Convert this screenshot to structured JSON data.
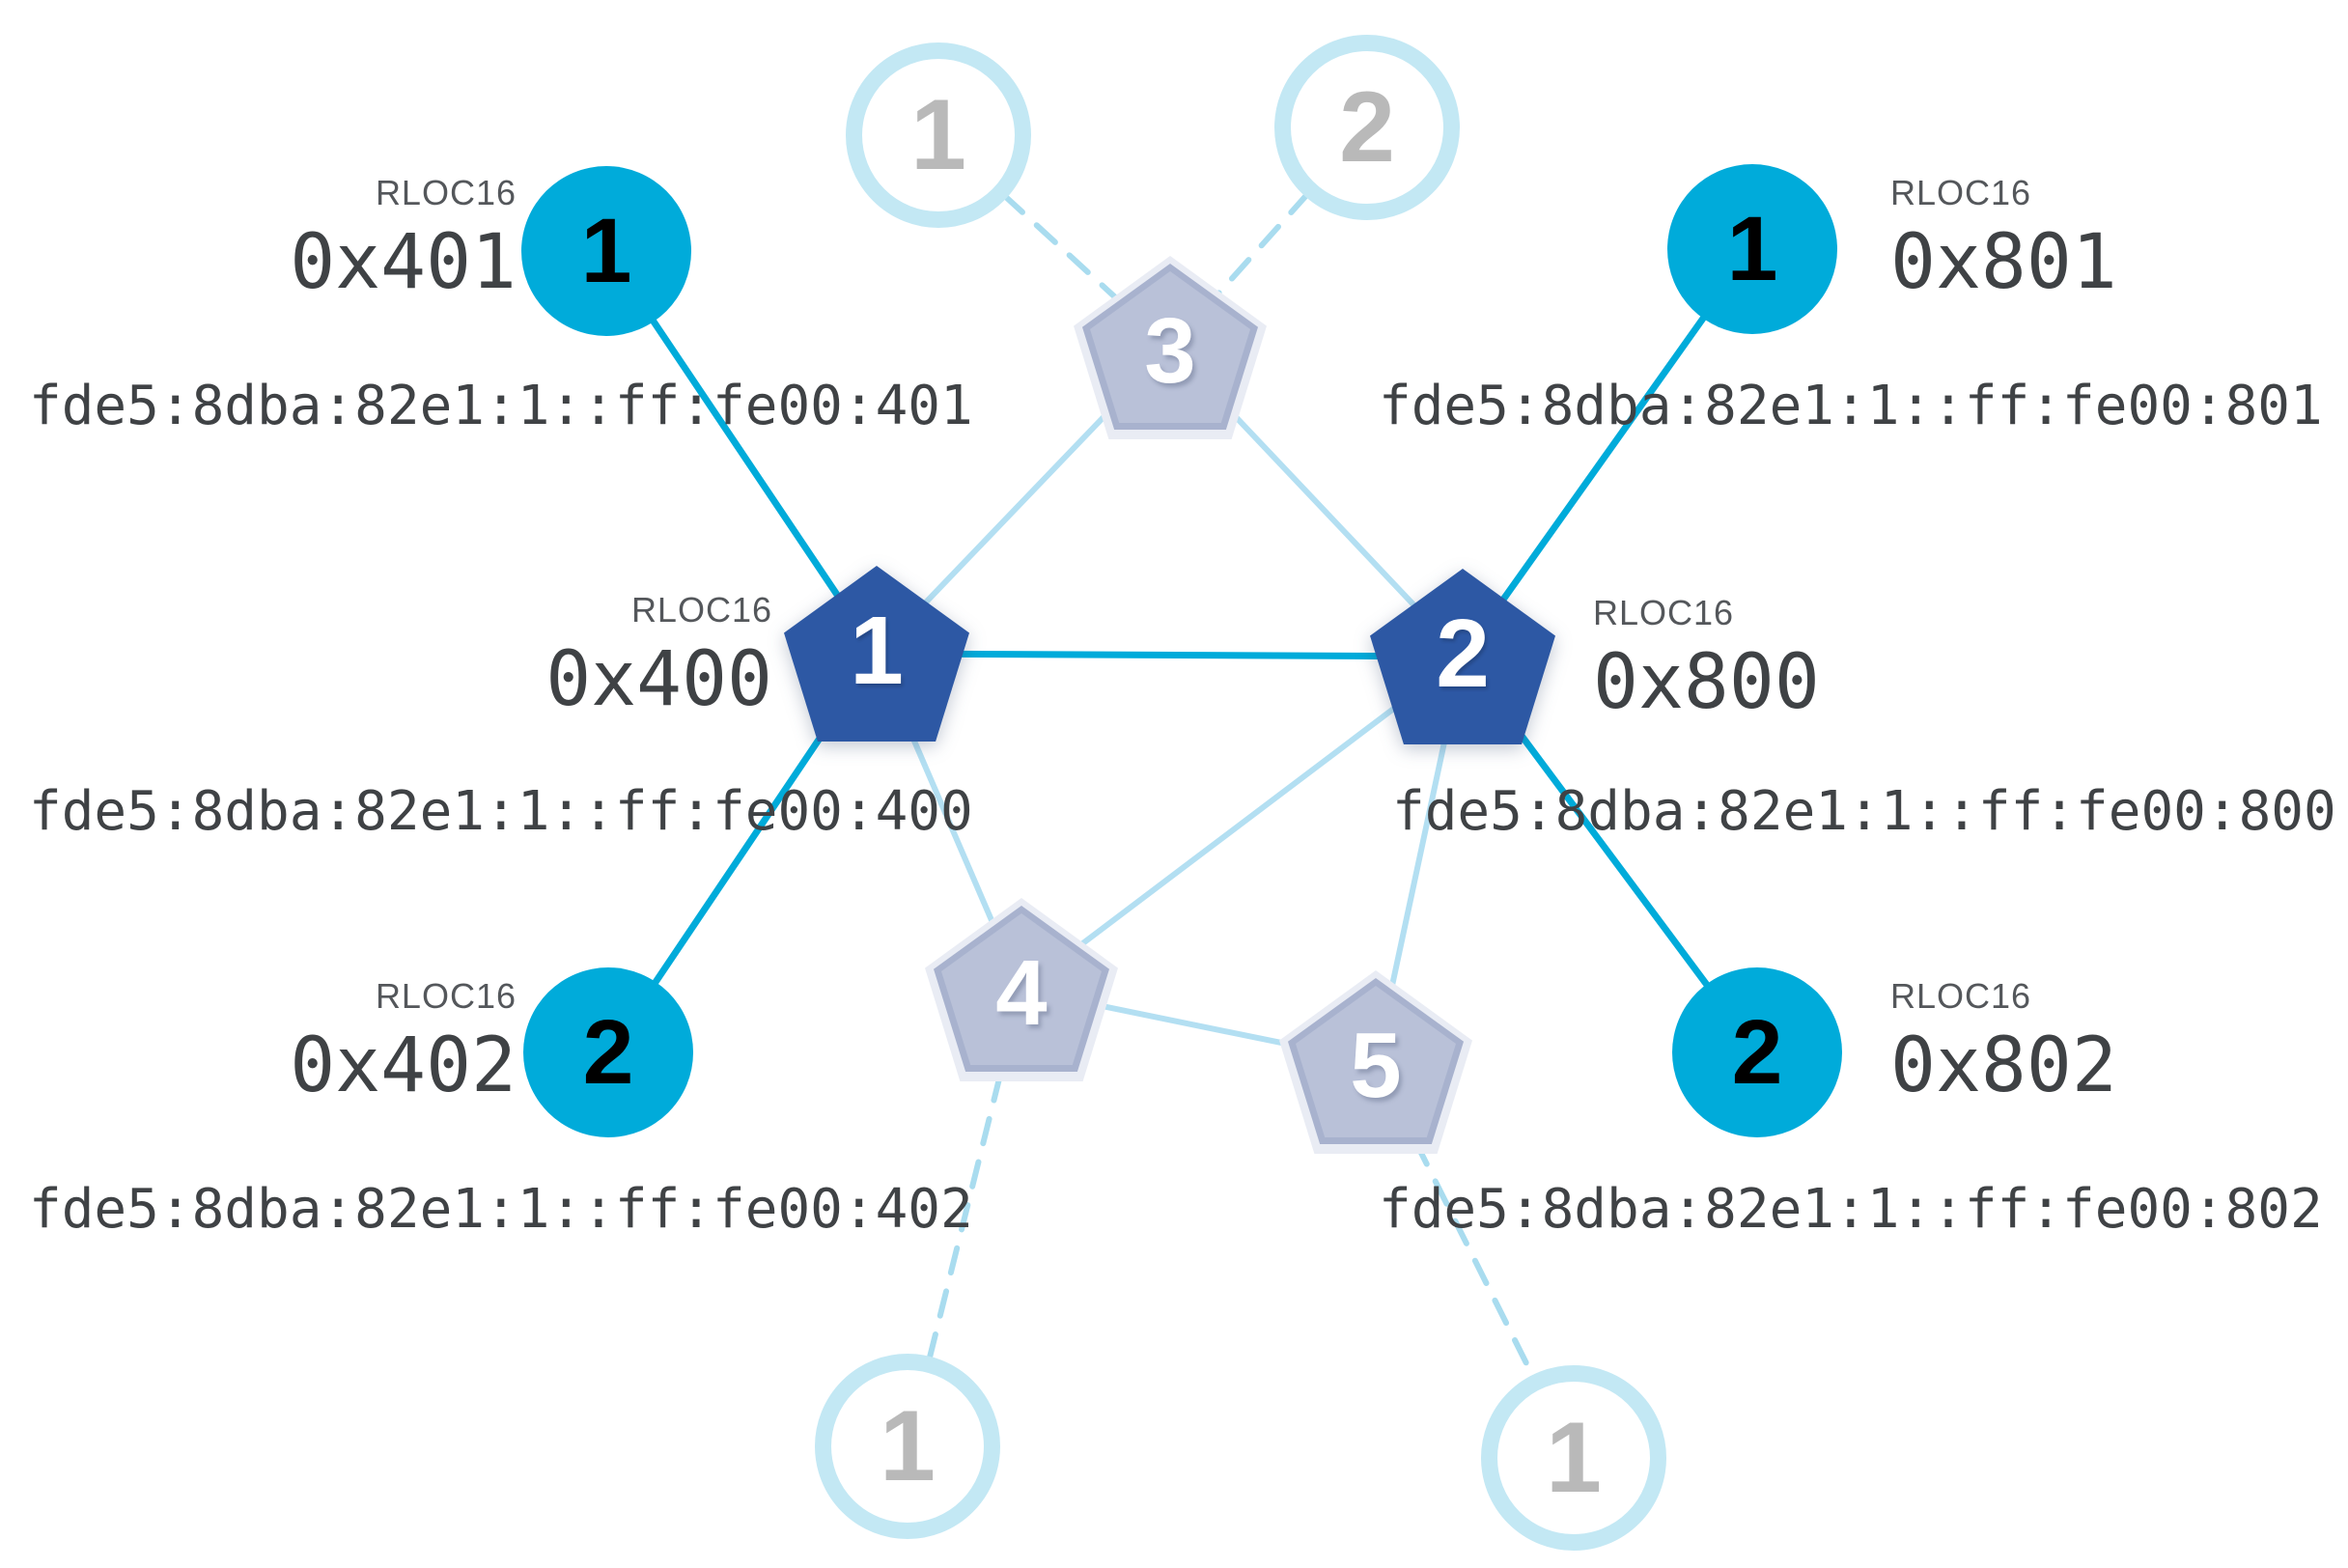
{
  "labels": {
    "rloc16": "RLOC16"
  },
  "colors": {
    "active_child_fill": "#00ABDA",
    "active_router_fill": "#2D58A4",
    "faded_router_fill": "#B9C1D8",
    "faded_child_ring": "#C3E8F4",
    "active_link": "#00ABDA",
    "mesh_link": "#B3DFF2",
    "weak_link": "#A9DCEF",
    "text": "#3F4245"
  },
  "nodes": {
    "p1": {
      "label": "1",
      "rloc16": "0x400",
      "ipv6": "fde5:8dba:82e1:1::ff:fe00:400"
    },
    "p2": {
      "label": "2",
      "rloc16": "0x800",
      "ipv6": "fde5:8dba:82e1:1::ff:fe00:800"
    },
    "c401": {
      "label": "1",
      "rloc16": "0x401",
      "ipv6": "fde5:8dba:82e1:1::ff:fe00:401"
    },
    "c402": {
      "label": "2",
      "rloc16": "0x402",
      "ipv6": "fde5:8dba:82e1:1::ff:fe00:402"
    },
    "c801": {
      "label": "1",
      "rloc16": "0x801",
      "ipv6": "fde5:8dba:82e1:1::ff:fe00:801"
    },
    "c802": {
      "label": "2",
      "rloc16": "0x802",
      "ipv6": "fde5:8dba:82e1:1::ff:fe00:802"
    },
    "p3": {
      "label": "3"
    },
    "p4": {
      "label": "4"
    },
    "p5": {
      "label": "5"
    },
    "t1": {
      "label": "1"
    },
    "t2": {
      "label": "2"
    },
    "b1": {
      "label": "1"
    },
    "b2": {
      "label": "1"
    }
  },
  "links": {
    "active": [
      [
        "c401",
        "p1"
      ],
      [
        "c402",
        "p1"
      ],
      [
        "p1",
        "p2"
      ],
      [
        "c801",
        "p2"
      ],
      [
        "c802",
        "p2"
      ]
    ],
    "mesh": [
      [
        "p1",
        "p3"
      ],
      [
        "p2",
        "p3"
      ],
      [
        "p1",
        "p4"
      ],
      [
        "p2",
        "p4"
      ],
      [
        "p2",
        "p5"
      ],
      [
        "p4",
        "p5"
      ]
    ],
    "weak": [
      [
        "t1",
        "p3"
      ],
      [
        "t2",
        "p3"
      ],
      [
        "p4",
        "b1"
      ],
      [
        "p5",
        "b2"
      ]
    ]
  }
}
